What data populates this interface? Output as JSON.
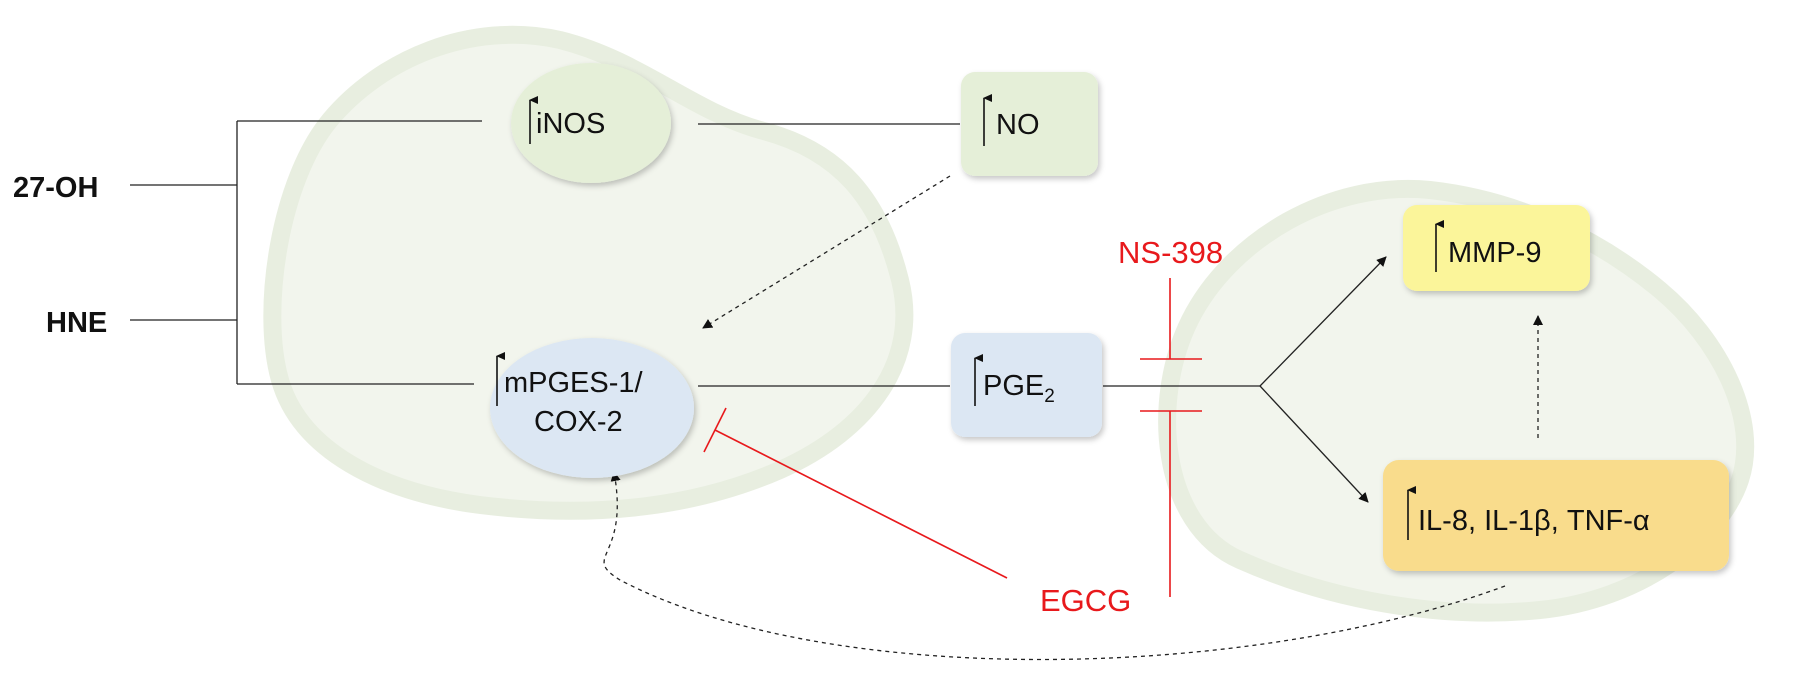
{
  "inputs": {
    "oh27": "27-OH",
    "hne": "HNE"
  },
  "nodes": {
    "inos": "iNOS",
    "no": "NO",
    "mpges_line1": "mPGES-1/",
    "mpges_line2": "COX-2",
    "pge_main": "PGE",
    "pge_sub": "2",
    "mmp9": "MMP-9",
    "il8": "IL-8, IL-1β, TNF-α"
  },
  "inhibitors": {
    "ns398": "NS-398",
    "egcg": "EGCG"
  },
  "colors": {
    "green_node": "#e5efd8",
    "blue_node": "#dce7f3",
    "yellow_node": "#fbf59a",
    "orange_node": "#f9dc8c",
    "inhibitor": "#e8191c",
    "line": "#222222",
    "cell_shape": "#eef3e8"
  }
}
